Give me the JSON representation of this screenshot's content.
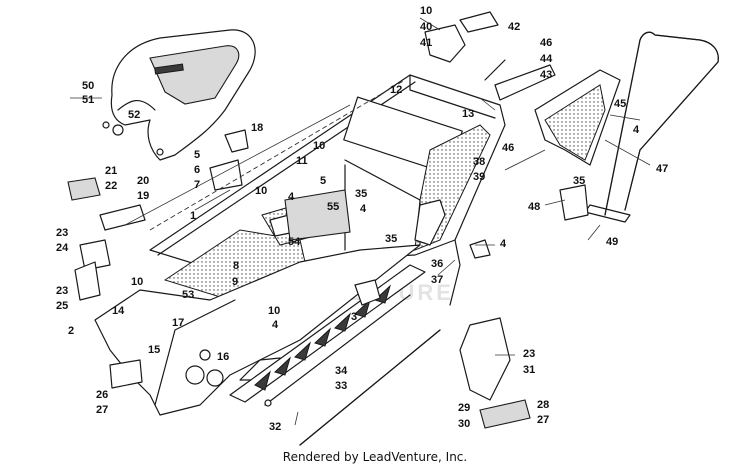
{
  "footer_text": "Rendered by LeadVenture, Inc.",
  "watermark_text": "ADVENTURE",
  "callouts": [
    {
      "id": "c10a",
      "text": "10"
    },
    {
      "id": "c40",
      "text": "40"
    },
    {
      "id": "c41",
      "text": "41"
    },
    {
      "id": "c42",
      "text": "42"
    },
    {
      "id": "c46a",
      "text": "46"
    },
    {
      "id": "c44",
      "text": "44"
    },
    {
      "id": "c43",
      "text": "43"
    },
    {
      "id": "c50",
      "text": "50"
    },
    {
      "id": "c51",
      "text": "51"
    },
    {
      "id": "c52",
      "text": "52"
    },
    {
      "id": "c12",
      "text": "12"
    },
    {
      "id": "c13",
      "text": "13"
    },
    {
      "id": "c45",
      "text": "45"
    },
    {
      "id": "c4a",
      "text": "4"
    },
    {
      "id": "c18",
      "text": "18"
    },
    {
      "id": "c46b",
      "text": "46"
    },
    {
      "id": "c10b",
      "text": "10"
    },
    {
      "id": "c38",
      "text": "38"
    },
    {
      "id": "c39",
      "text": "39"
    },
    {
      "id": "c5a",
      "text": "5"
    },
    {
      "id": "c6",
      "text": "6"
    },
    {
      "id": "c7",
      "text": "7"
    },
    {
      "id": "c11",
      "text": "11"
    },
    {
      "id": "c47",
      "text": "47"
    },
    {
      "id": "c21",
      "text": "21"
    },
    {
      "id": "c22",
      "text": "22"
    },
    {
      "id": "c20",
      "text": "20"
    },
    {
      "id": "c19",
      "text": "19"
    },
    {
      "id": "c10c",
      "text": "10"
    },
    {
      "id": "c5b",
      "text": "5"
    },
    {
      "id": "c35a",
      "text": "35"
    },
    {
      "id": "c4b",
      "text": "4"
    },
    {
      "id": "c4c",
      "text": "4"
    },
    {
      "id": "c55",
      "text": "55"
    },
    {
      "id": "c35b",
      "text": "35"
    },
    {
      "id": "c48",
      "text": "48"
    },
    {
      "id": "c1",
      "text": "1"
    },
    {
      "id": "c54",
      "text": "54"
    },
    {
      "id": "c23a",
      "text": "23"
    },
    {
      "id": "c24",
      "text": "24"
    },
    {
      "id": "c8",
      "text": "8"
    },
    {
      "id": "c35c",
      "text": "35"
    },
    {
      "id": "c4d",
      "text": "4"
    },
    {
      "id": "c49",
      "text": "49"
    },
    {
      "id": "c36",
      "text": "36"
    },
    {
      "id": "c37",
      "text": "37"
    },
    {
      "id": "c9",
      "text": "9"
    },
    {
      "id": "c23b",
      "text": "23"
    },
    {
      "id": "c25",
      "text": "25"
    },
    {
      "id": "c10d",
      "text": "10"
    },
    {
      "id": "c53",
      "text": "53"
    },
    {
      "id": "c14",
      "text": "14"
    },
    {
      "id": "c10e",
      "text": "10"
    },
    {
      "id": "c17",
      "text": "17"
    },
    {
      "id": "c4e",
      "text": "4"
    },
    {
      "id": "c3",
      "text": "3"
    },
    {
      "id": "c2",
      "text": "2"
    },
    {
      "id": "c15",
      "text": "15"
    },
    {
      "id": "c16",
      "text": "16"
    },
    {
      "id": "c23c",
      "text": "23"
    },
    {
      "id": "c34",
      "text": "34"
    },
    {
      "id": "c31",
      "text": "31"
    },
    {
      "id": "c33",
      "text": "33"
    },
    {
      "id": "c26",
      "text": "26"
    },
    {
      "id": "c27a",
      "text": "27"
    },
    {
      "id": "c28",
      "text": "28"
    },
    {
      "id": "c29",
      "text": "29"
    },
    {
      "id": "c27b",
      "text": "27"
    },
    {
      "id": "c30",
      "text": "30"
    },
    {
      "id": "c32",
      "text": "32"
    }
  ]
}
